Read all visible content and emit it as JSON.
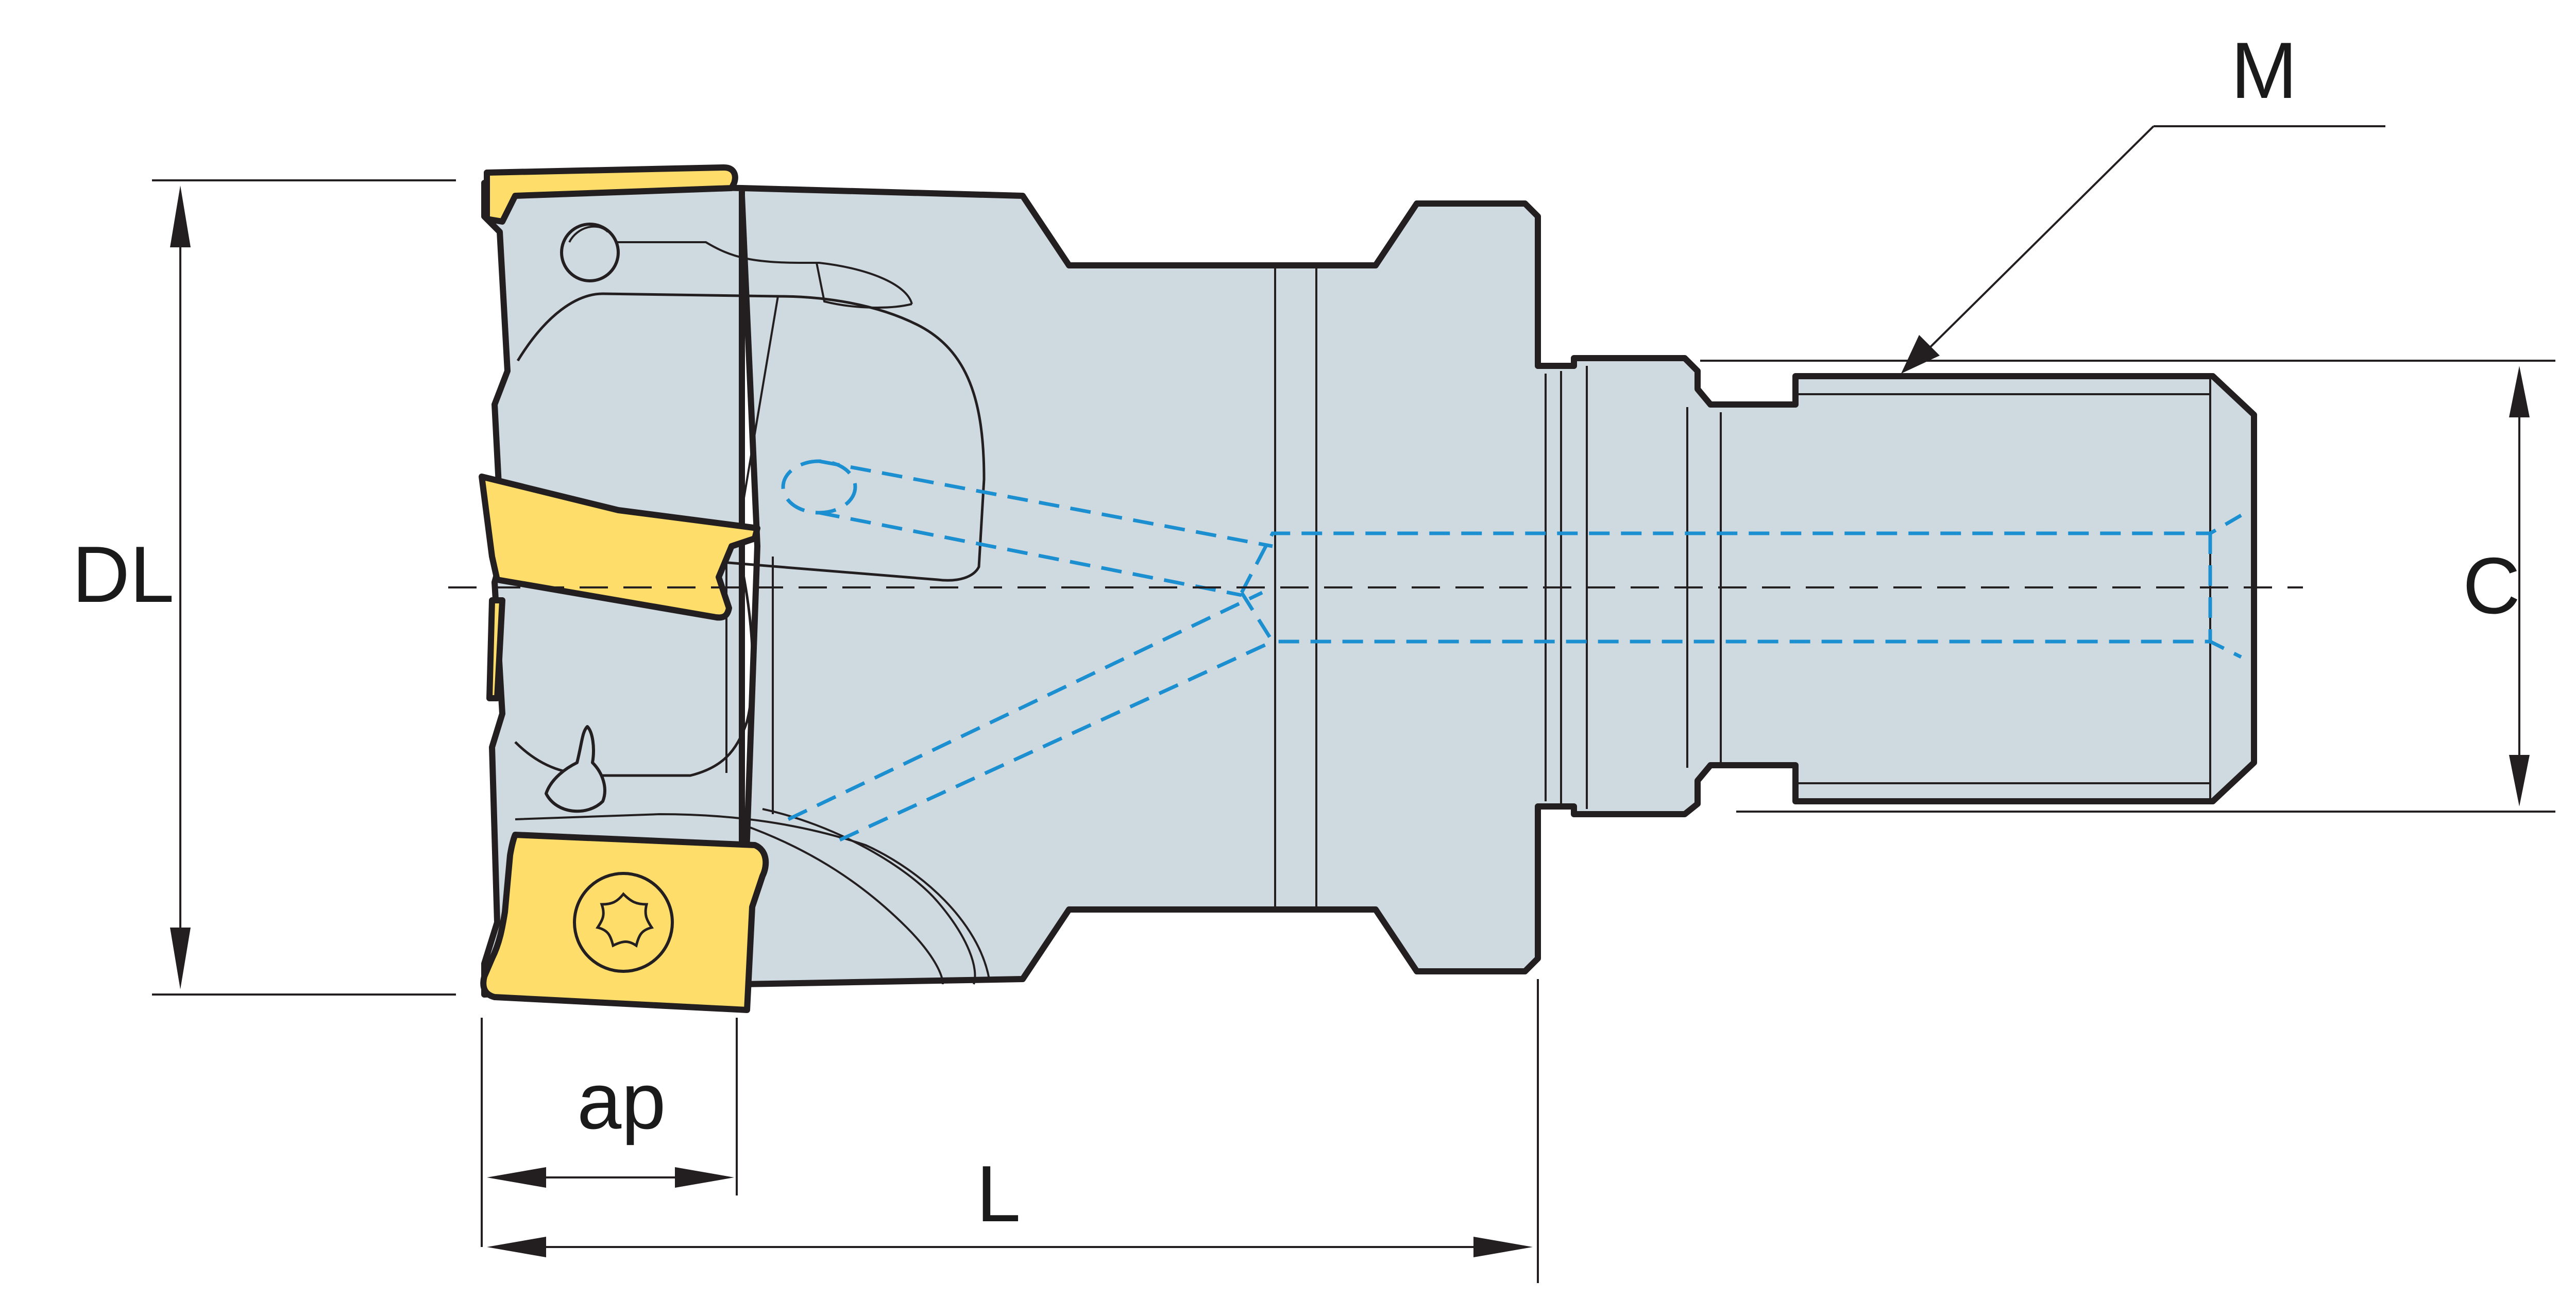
{
  "diagram": {
    "labels": {
      "DL": "DL",
      "C": "C",
      "M": "M",
      "ap": "ap",
      "L": "L"
    },
    "colors": {
      "body": "#cfd9e0",
      "outline": "#231f20",
      "insert": "#ffdd6b",
      "coolant": "#1c8fd0"
    }
  }
}
